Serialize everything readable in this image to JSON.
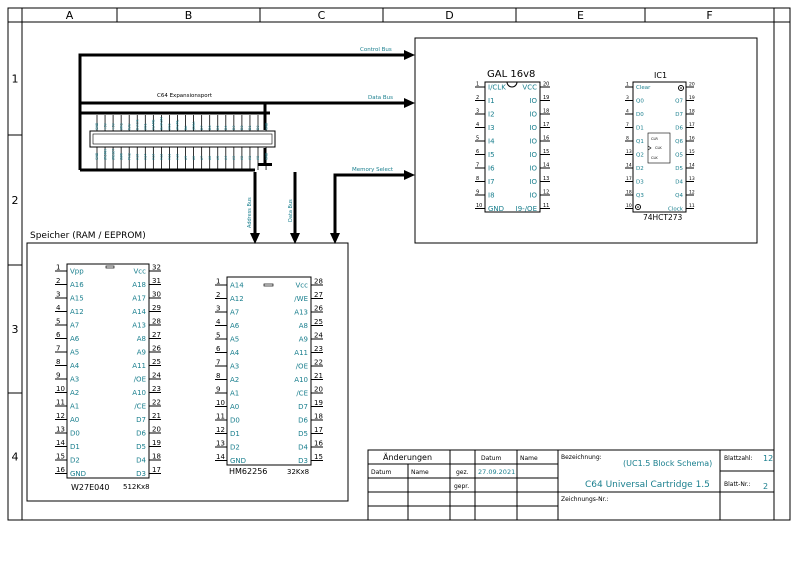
{
  "frame": {
    "cols": [
      "A",
      "B",
      "C",
      "D",
      "E",
      "F"
    ],
    "rows": [
      "1",
      "2",
      "3",
      "4"
    ]
  },
  "buses": {
    "control": "Control Bus",
    "data": "Data Bus",
    "memory_select": "Memory Select",
    "address_v": "Address Bus",
    "data_v": "Data Bus"
  },
  "connector": {
    "title": "C64 Expansionsport",
    "top_pins": [
      "GND",
      "+5V",
      "+5V",
      "/IRQ",
      "R/W",
      "DotClk",
      "/IO1",
      "/GAME",
      "/EXROM",
      "/IO2",
      "/ROML",
      "BA",
      "/DMA",
      "D7",
      "D6",
      "D5",
      "D4",
      "D3",
      "D2",
      "D1",
      "D0",
      "GND"
    ],
    "bottom_pins": [
      "GND",
      "/ROMH",
      "/RESET",
      "/NMI",
      "Phi2",
      "A15",
      "A14",
      "A13",
      "A12",
      "A11",
      "A10",
      "A9",
      "A8",
      "A7",
      "A6",
      "A5",
      "A4",
      "A3",
      "A2",
      "A1",
      "A0",
      "GND"
    ]
  },
  "gal": {
    "title": "GAL 16v8",
    "left_pins": [
      "1",
      "2",
      "3",
      "4",
      "5",
      "6",
      "7",
      "8",
      "9",
      "10"
    ],
    "left_labels": [
      "I/CLK",
      "I1",
      "I2",
      "I3",
      "I4",
      "I5",
      "I6",
      "I7",
      "I8",
      "GND"
    ],
    "right_pins": [
      "20",
      "19",
      "18",
      "17",
      "16",
      "15",
      "14",
      "13",
      "12",
      "11"
    ],
    "right_labels": [
      "VCC",
      "IO",
      "IO",
      "IO",
      "IO",
      "IO",
      "IO",
      "IO",
      "IO",
      "I9-/OE"
    ]
  },
  "ic1": {
    "title": "IC1",
    "part": "74HCT273",
    "left_pins": [
      "1",
      "3",
      "4",
      "7",
      "8",
      "13",
      "14",
      "17",
      "18",
      "10"
    ],
    "left_labels": [
      "Clear",
      "Q0",
      "D0",
      "D1",
      "Q1",
      "Q2",
      "D2",
      "D3",
      "Q3",
      ""
    ],
    "right_pins": [
      "20",
      "19",
      "18",
      "17",
      "16",
      "15",
      "14",
      "13",
      "12",
      "11"
    ],
    "right_labels": [
      "",
      "Q7",
      "D7",
      "D6",
      "Q6",
      "Q5",
      "D5",
      "D4",
      "Q4",
      "Clock"
    ],
    "inner": [
      "CLR",
      "CLK"
    ]
  },
  "memory": {
    "title": "Speicher (RAM / EEPROM)",
    "w27": {
      "name": "W27E040",
      "size": "512Kx8",
      "left_pins": [
        "1",
        "2",
        "3",
        "4",
        "5",
        "6",
        "7",
        "8",
        "9",
        "10",
        "11",
        "12",
        "13",
        "14",
        "15",
        "16"
      ],
      "left_labels": [
        "Vpp",
        "A16",
        "A15",
        "A12",
        "A7",
        "A6",
        "A5",
        "A4",
        "A3",
        "A2",
        "A1",
        "A0",
        "D0",
        "D1",
        "D2",
        "GND"
      ],
      "right_pins": [
        "32",
        "31",
        "30",
        "29",
        "28",
        "27",
        "26",
        "25",
        "24",
        "23",
        "22",
        "21",
        "20",
        "19",
        "18",
        "17"
      ],
      "right_labels": [
        "Vcc",
        "A18",
        "A17",
        "A14",
        "A13",
        "A8",
        "A9",
        "A11",
        "/OE",
        "A10",
        "/CE",
        "D7",
        "D6",
        "D5",
        "D4",
        "D3"
      ]
    },
    "hm": {
      "name": "HM62256",
      "size": "32Kx8",
      "left_pins": [
        "1",
        "2",
        "3",
        "4",
        "5",
        "6",
        "7",
        "8",
        "9",
        "10",
        "11",
        "12",
        "13",
        "14"
      ],
      "left_labels": [
        "A14",
        "A12",
        "A7",
        "A6",
        "A5",
        "A4",
        "A3",
        "A2",
        "A1",
        "A0",
        "D0",
        "D1",
        "D2",
        "GND"
      ],
      "right_pins": [
        "28",
        "27",
        "26",
        "25",
        "24",
        "23",
        "22",
        "21",
        "20",
        "19",
        "18",
        "17",
        "16",
        "15"
      ],
      "right_labels": [
        "Vcc",
        "/WE",
        "A13",
        "A8",
        "A9",
        "A11",
        "/OE",
        "A10",
        "/CE",
        "D7",
        "D6",
        "D5",
        "D4",
        "D3"
      ]
    }
  },
  "title_block": {
    "aenderungen": "Änderungen",
    "datum": "Datum",
    "name": "Name",
    "datum2": "Datum",
    "name2": "Name",
    "gez": "gez.",
    "gepr": "gepr.",
    "gez_date": "27.09.2021",
    "bezeichnung": "Bezeichnung:",
    "subtitle": "(UC1.5 Block Schema)",
    "title": "C64 Universal Cartridge 1.5",
    "zeichnungs_nr": "Zeichnungs-Nr.:",
    "blattzahl_label": "Blattzahl:",
    "blattzahl": "12",
    "blatt_nr_label": "Blatt-Nr.:",
    "blatt_nr": "2"
  },
  "colors": {
    "line": "#000000",
    "label": "#1a7f8e",
    "frame": "#000000"
  }
}
